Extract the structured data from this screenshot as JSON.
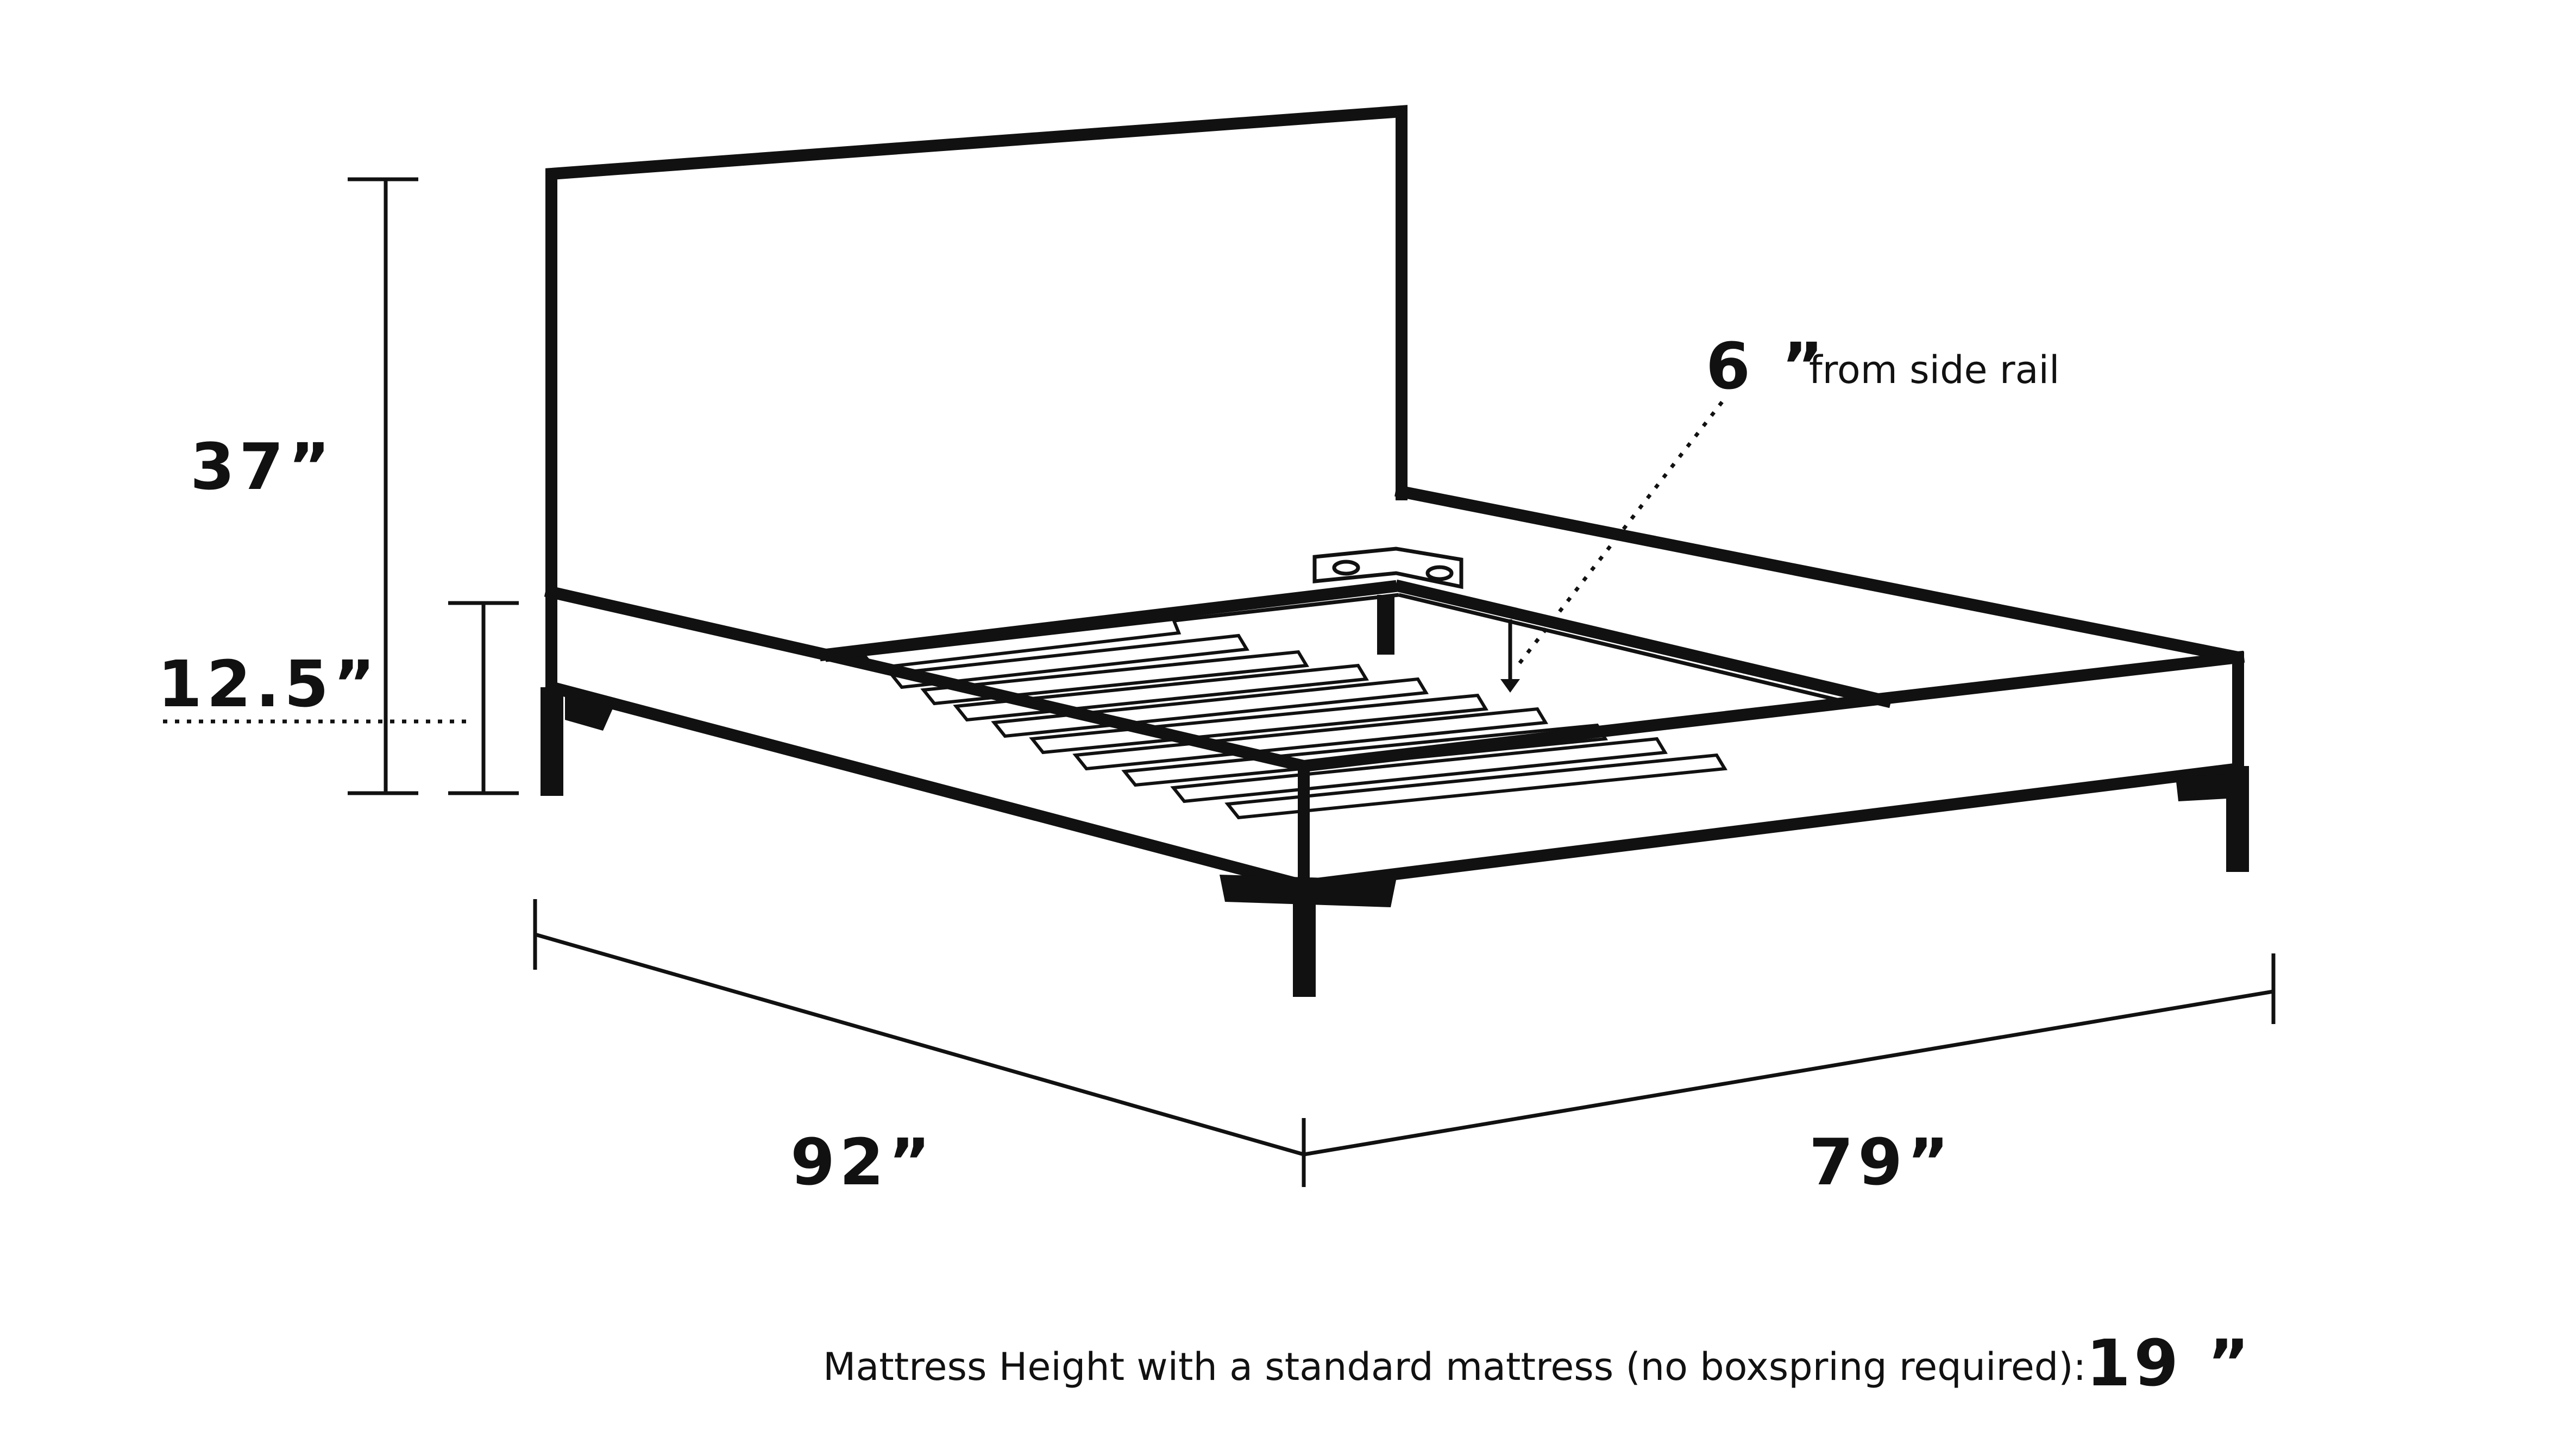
{
  "dimensions": {
    "headboard_height": "37”",
    "frame_height": "12.5”",
    "length": "92”",
    "width": "79”",
    "slat_gap_value": "6 ”",
    "slat_gap_text": "from side rail"
  },
  "caption": {
    "text": "Mattress Height with a standard mattress (no boxspring required):",
    "value": "19 ”"
  },
  "colors": {
    "line": "#111111",
    "background": "#ffffff"
  }
}
